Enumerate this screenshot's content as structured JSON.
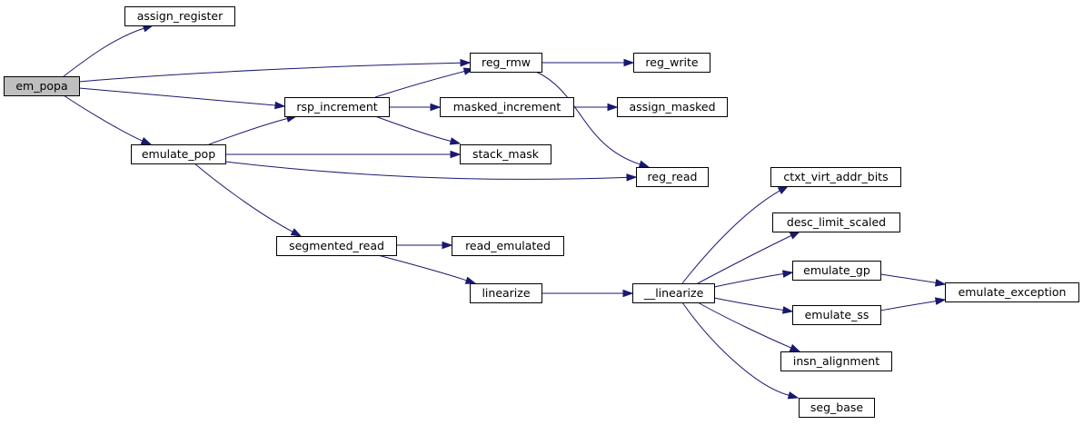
{
  "graph": {
    "root": "em_popa",
    "nodes": [
      {
        "id": "em_popa",
        "label": "em_popa",
        "highlighted": true
      },
      {
        "id": "assign_register",
        "label": "assign_register"
      },
      {
        "id": "reg_rmw",
        "label": "reg_rmw"
      },
      {
        "id": "rsp_increment",
        "label": "rsp_increment"
      },
      {
        "id": "emulate_pop",
        "label": "emulate_pop"
      },
      {
        "id": "reg_write",
        "label": "reg_write"
      },
      {
        "id": "reg_read",
        "label": "reg_read"
      },
      {
        "id": "masked_increment",
        "label": "masked_increment"
      },
      {
        "id": "stack_mask",
        "label": "stack_mask"
      },
      {
        "id": "assign_masked",
        "label": "assign_masked"
      },
      {
        "id": "segmented_read",
        "label": "segmented_read"
      },
      {
        "id": "read_emulated",
        "label": "read_emulated"
      },
      {
        "id": "linearize",
        "label": "linearize"
      },
      {
        "id": "__linearize",
        "label": "__linearize"
      },
      {
        "id": "ctxt_virt_addr_bits",
        "label": "ctxt_virt_addr_bits"
      },
      {
        "id": "desc_limit_scaled",
        "label": "desc_limit_scaled"
      },
      {
        "id": "emulate_gp",
        "label": "emulate_gp"
      },
      {
        "id": "emulate_ss",
        "label": "emulate_ss"
      },
      {
        "id": "insn_alignment",
        "label": "insn_alignment"
      },
      {
        "id": "seg_base",
        "label": "seg_base"
      },
      {
        "id": "emulate_exception",
        "label": "emulate_exception"
      }
    ],
    "edges": [
      {
        "from": "em_popa",
        "to": "assign_register"
      },
      {
        "from": "em_popa",
        "to": "reg_rmw"
      },
      {
        "from": "em_popa",
        "to": "rsp_increment"
      },
      {
        "from": "em_popa",
        "to": "emulate_pop"
      },
      {
        "from": "reg_rmw",
        "to": "reg_write"
      },
      {
        "from": "reg_rmw",
        "to": "reg_read"
      },
      {
        "from": "rsp_increment",
        "to": "reg_rmw"
      },
      {
        "from": "rsp_increment",
        "to": "masked_increment"
      },
      {
        "from": "rsp_increment",
        "to": "stack_mask"
      },
      {
        "from": "masked_increment",
        "to": "assign_masked"
      },
      {
        "from": "emulate_pop",
        "to": "rsp_increment"
      },
      {
        "from": "emulate_pop",
        "to": "stack_mask"
      },
      {
        "from": "emulate_pop",
        "to": "reg_read"
      },
      {
        "from": "emulate_pop",
        "to": "segmented_read"
      },
      {
        "from": "segmented_read",
        "to": "read_emulated"
      },
      {
        "from": "segmented_read",
        "to": "linearize"
      },
      {
        "from": "linearize",
        "to": "__linearize"
      },
      {
        "from": "__linearize",
        "to": "ctxt_virt_addr_bits"
      },
      {
        "from": "__linearize",
        "to": "desc_limit_scaled"
      },
      {
        "from": "__linearize",
        "to": "emulate_gp"
      },
      {
        "from": "__linearize",
        "to": "emulate_ss"
      },
      {
        "from": "__linearize",
        "to": "insn_alignment"
      },
      {
        "from": "__linearize",
        "to": "seg_base"
      },
      {
        "from": "emulate_gp",
        "to": "emulate_exception"
      },
      {
        "from": "emulate_ss",
        "to": "emulate_exception"
      }
    ],
    "colors": {
      "edge": "#191970",
      "node_border": "#000000",
      "node_fill": "#ffffff",
      "root_fill": "#bfbfbf"
    }
  }
}
